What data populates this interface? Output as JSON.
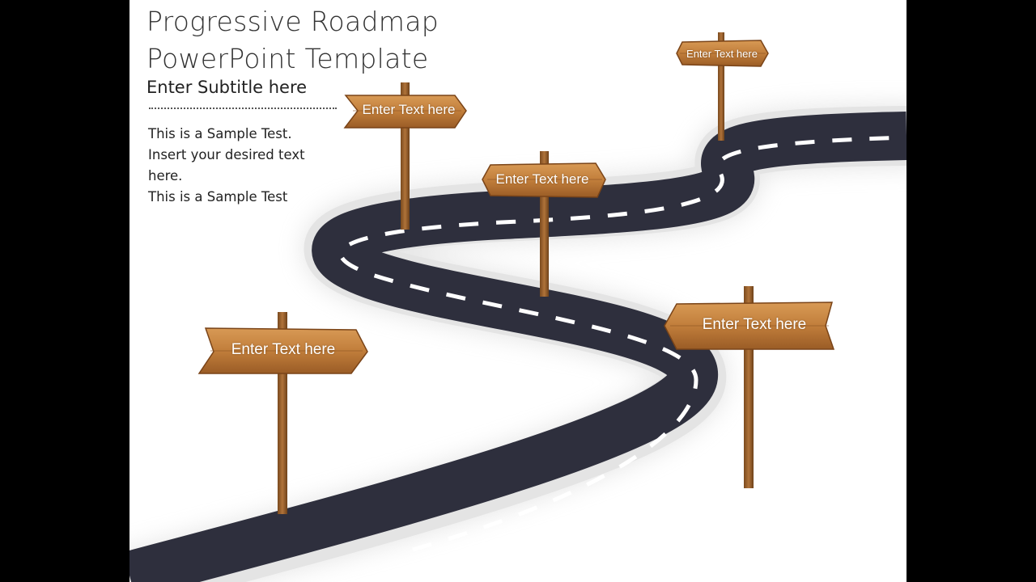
{
  "slide": {
    "title_line1": "Progressive Roadmap",
    "title_line2": "PowerPoint Template",
    "subtitle": "Enter Subtitle here",
    "body_lines": [
      "This is a Sample Test.",
      "Insert your desired text",
      "here.",
      "This is a Sample Test"
    ]
  },
  "signs": [
    {
      "label": "Enter Text here"
    },
    {
      "label": "Enter Text here"
    },
    {
      "label": "Enter Text here"
    },
    {
      "label": "Enter Text here"
    },
    {
      "label": "Enter Text here"
    }
  ],
  "colors": {
    "background": "#000000",
    "slide": "#ffffff",
    "road": "#2e2f3d",
    "lane_marking": "#ffffff",
    "wood": "#c7853f",
    "wood_dark": "#8a5222",
    "post": "#9a5e2a"
  }
}
